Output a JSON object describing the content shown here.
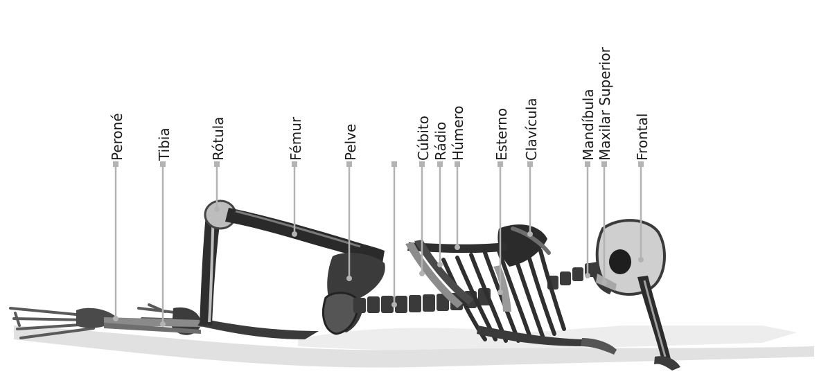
{
  "diagram": {
    "colors": {
      "leader_line": "#b3b3b3",
      "label_text": "#1a1a1a",
      "bone_dark": "#3a3a3a",
      "bone_light": "#cfcfcf",
      "shadow": "#d9d9d9"
    },
    "labels": [
      {
        "id": "perone",
        "text": "Peroné"
      },
      {
        "id": "tibia",
        "text": "Tibia"
      },
      {
        "id": "rotula",
        "text": "Rótula"
      },
      {
        "id": "femur",
        "text": "Fémur"
      },
      {
        "id": "pelve",
        "text": "Pelve"
      },
      {
        "id": "coluna",
        "text": ""
      },
      {
        "id": "cubito",
        "text": "Cúbito"
      },
      {
        "id": "radio",
        "text": "Rádio"
      },
      {
        "id": "humero",
        "text": "Húmero"
      },
      {
        "id": "esterno",
        "text": "Esterno"
      },
      {
        "id": "clavicula",
        "text": "Clavícula"
      },
      {
        "id": "mandibula",
        "text": "Mandíbula"
      },
      {
        "id": "maxilar",
        "text": "Maxilar Superior"
      },
      {
        "id": "frontal",
        "text": "Frontal"
      }
    ]
  }
}
